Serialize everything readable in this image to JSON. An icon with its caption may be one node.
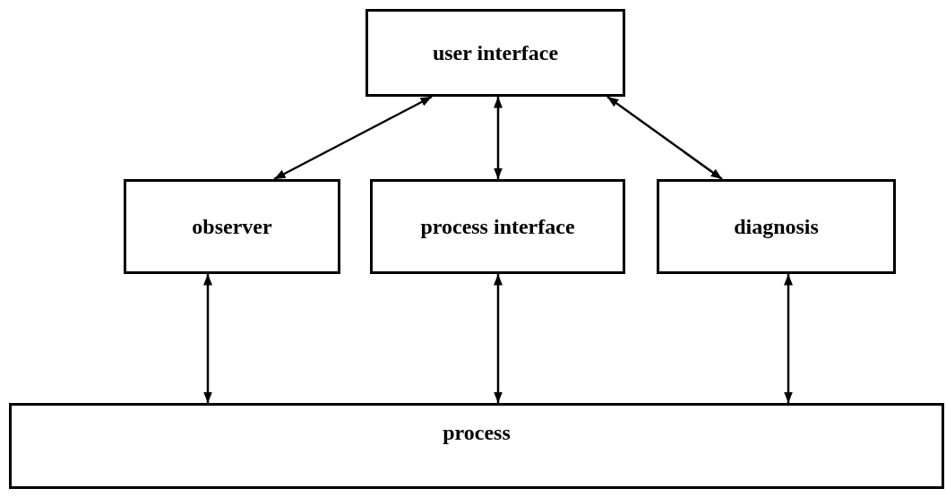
{
  "diagram": {
    "nodes": [
      {
        "text": [
          "user interface"
        ]
      },
      {
        "text": [
          "observer"
        ]
      },
      {
        "text": [
          "process interface"
        ]
      },
      {
        "text": [
          "diagnosis"
        ]
      },
      {
        "text": [
          "process"
        ]
      }
    ],
    "edges": [
      {
        "from": 0,
        "to": 1,
        "arrow": "both"
      },
      {
        "from": 0,
        "to": 2,
        "arrow": "both"
      },
      {
        "from": 0,
        "to": 3,
        "arrow": "both"
      },
      {
        "from": 1,
        "to": 4,
        "arrow": "both"
      },
      {
        "from": 2,
        "to": 4,
        "arrow": "both"
      },
      {
        "from": 3,
        "to": 4,
        "arrow": "both"
      }
    ]
  }
}
